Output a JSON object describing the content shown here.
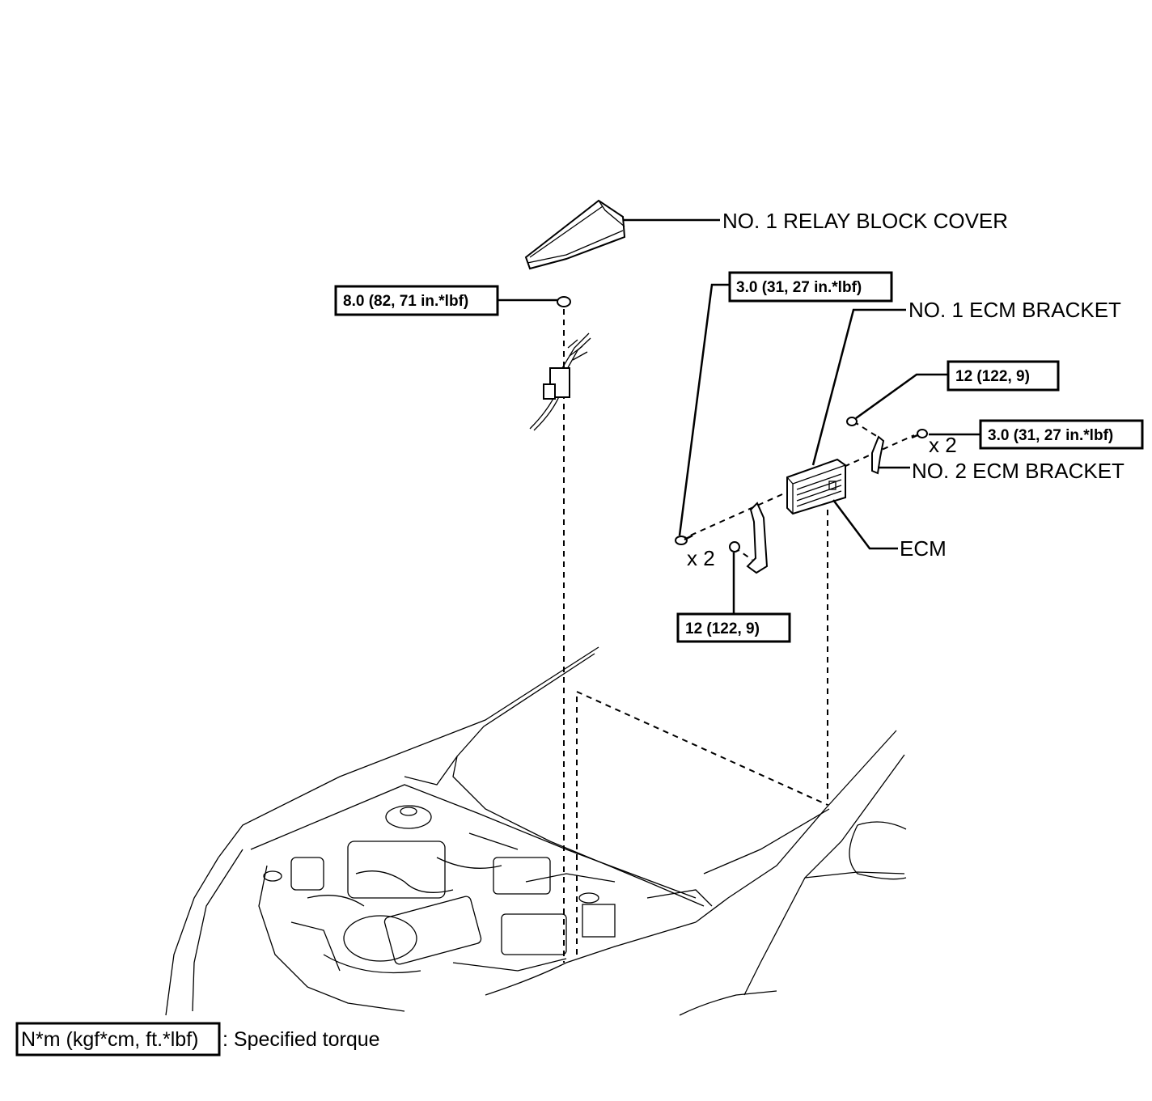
{
  "labels": {
    "relay_cover": "NO. 1 RELAY BLOCK COVER",
    "ecm_bracket_1": "NO. 1 ECM BRACKET",
    "ecm_bracket_2": "NO. 2 ECM BRACKET",
    "ecm": "ECM"
  },
  "torques": {
    "relay_nut": "8.0 (82, 71 in.*lbf)",
    "bracket1_bolt": "3.0 (31, 27 in.*lbf)",
    "bracket2_bolt": "3.0 (31, 27 in.*lbf)",
    "nut_upper": "12 (122, 9)",
    "nut_lower": "12 (122, 9)"
  },
  "counts": {
    "left_bolts": "x 2",
    "right_bolts": "x 2"
  },
  "legend": {
    "box_text": "N*m (kgf*cm, ft.*lbf)",
    "description": ": Specified torque"
  }
}
